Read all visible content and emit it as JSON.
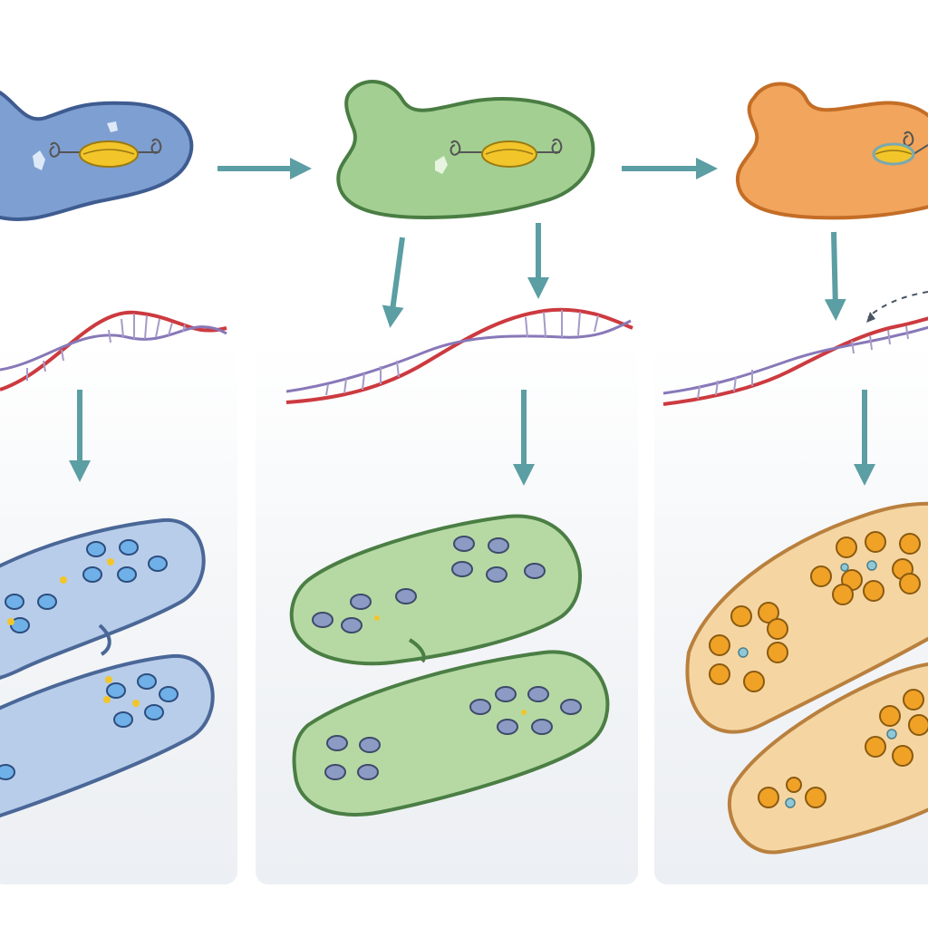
{
  "diagram": {
    "columns": [
      {
        "id": "blue",
        "colors": {
          "fill": "#7e9fd2",
          "stroke": "#3f5c91",
          "cell_fill": "#b8cdea",
          "cell_stroke": "#4a6797",
          "granule": "#6fb0e8"
        }
      },
      {
        "id": "green",
        "colors": {
          "fill": "#a3d092",
          "stroke": "#4a7d43",
          "cell_fill": "#b6d9a4",
          "cell_stroke": "#4b7e44",
          "granule": "#8c9bc4"
        }
      },
      {
        "id": "orange",
        "colors": {
          "fill": "#f2a55c",
          "stroke": "#c46d26",
          "cell_fill": "#f5d6a2",
          "cell_stroke": "#b9803e",
          "granule": "#f0a227"
        }
      }
    ],
    "colors": {
      "arrow": "#5b9ea3",
      "dna_strand_a": "#cc3a3f",
      "dna_strand_b": "#8878b8",
      "dna_rung": "#a69ac8",
      "enzyme": "#f2c52a",
      "panel_bg": "#f1f3f6"
    },
    "icons": [
      "protein-blob-icon",
      "enzyme-icon",
      "arrow-right-icon",
      "arrow-down-icon",
      "dna-helix-icon",
      "bacterium-cell-icon"
    ]
  }
}
